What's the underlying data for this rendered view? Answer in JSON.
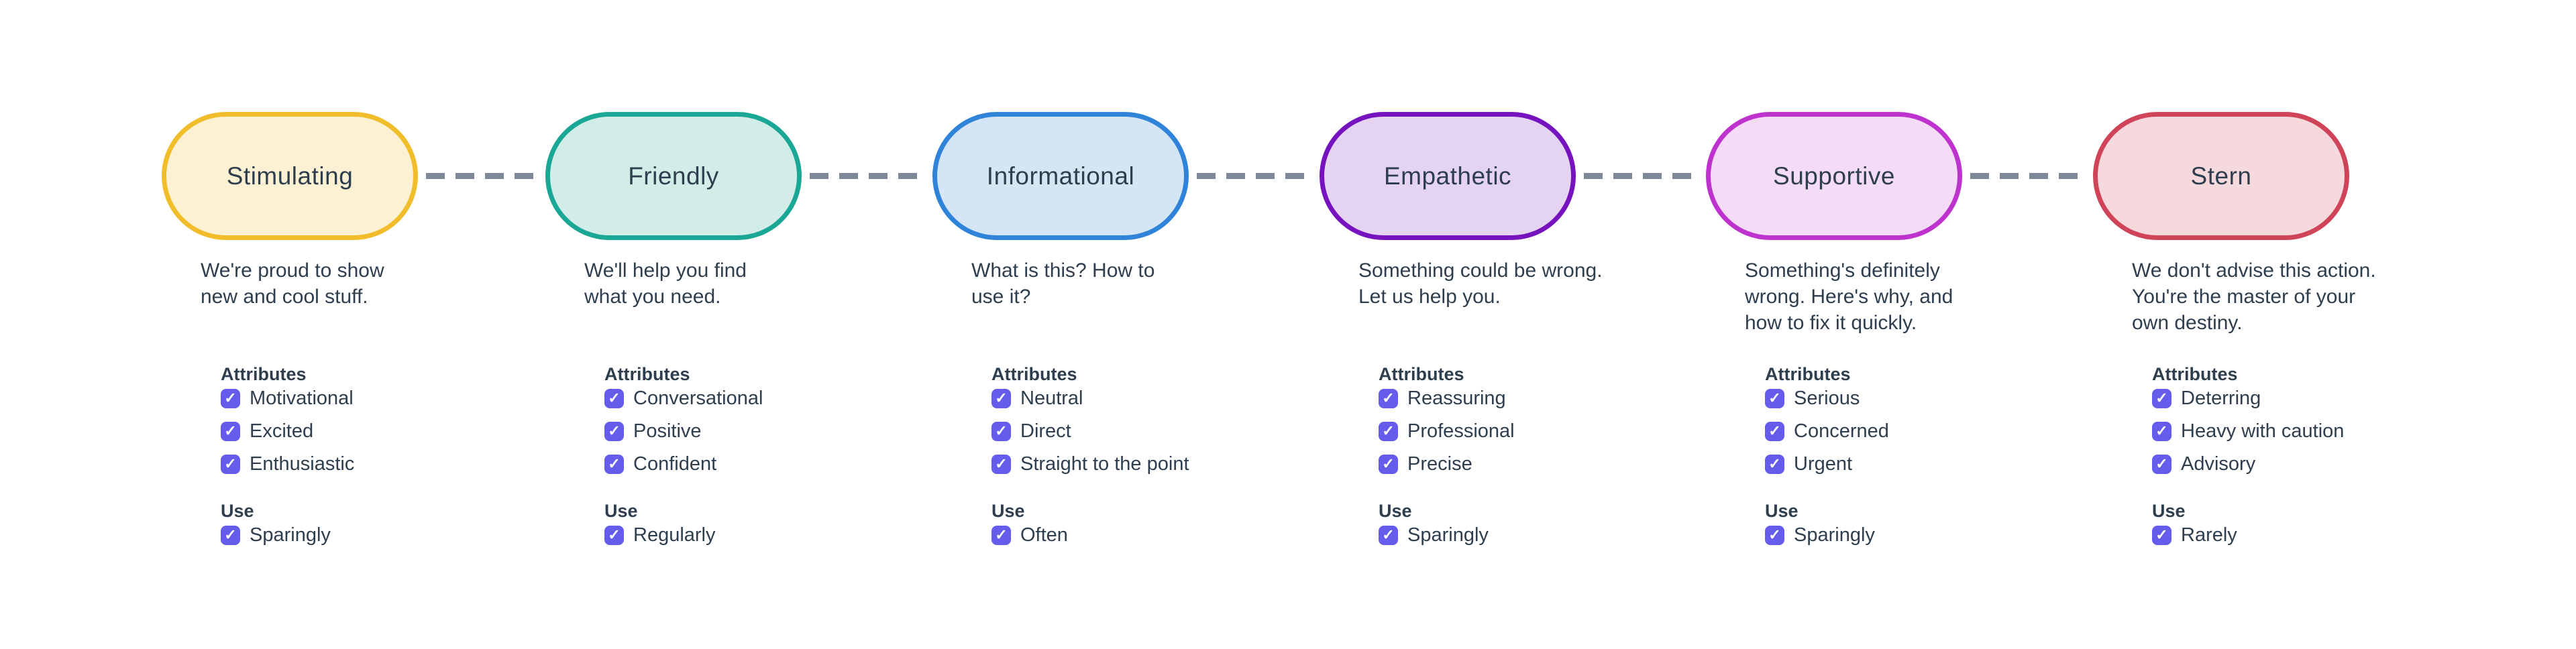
{
  "styles": {
    "text_color": "#2E3E4E",
    "checkbox_accent": "#655CEB",
    "connector_color": "#7D8998",
    "background": "#FFFFFF"
  },
  "icons": {
    "check": "✓"
  },
  "nodes": [
    {
      "label": "Stimulating",
      "description_lines": [
        "We're proud to show",
        "new and cool stuff."
      ],
      "attributes_label": "Attributes",
      "attributes": [
        "Motivational",
        "Excited",
        "Enthusiastic"
      ],
      "use_label": "Use",
      "use": "Sparingly",
      "colors": {
        "border": "#F2BD2B",
        "fill": "#FCF1D3"
      }
    },
    {
      "label": "Friendly",
      "description_lines": [
        "We'll help you find",
        "what you need."
      ],
      "attributes_label": "Attributes",
      "attributes": [
        "Conversational",
        "Positive",
        "Confident"
      ],
      "use_label": "Use",
      "use": "Regularly",
      "colors": {
        "border": "#1BA795",
        "fill": "#D2ECE8"
      }
    },
    {
      "label": "Informational",
      "description_lines": [
        "What is this? How to",
        "use it?"
      ],
      "attributes_label": "Attributes",
      "attributes": [
        "Neutral",
        "Direct",
        "Straight to the point"
      ],
      "use_label": "Use",
      "use": "Often",
      "colors": {
        "border": "#2F83D9",
        "fill": "#D4E5F6"
      }
    },
    {
      "label": "Empathetic",
      "description_lines": [
        "Something could be wrong.",
        "Let us help you."
      ],
      "attributes_label": "Attributes",
      "attributes": [
        "Reassuring",
        "Professional",
        "Precise"
      ],
      "use_label": "Use",
      "use": "Sparingly",
      "colors": {
        "border": "#7713BE",
        "fill": "#E4D4F1"
      }
    },
    {
      "label": "Supportive",
      "description_lines": [
        "Something's definitely",
        "wrong. Here's why, and",
        "how to fix it quickly."
      ],
      "attributes_label": "Attributes",
      "attributes": [
        "Serious",
        "Concerned",
        "Urgent"
      ],
      "use_label": "Use",
      "use": "Sparingly",
      "colors": {
        "border": "#BE33CE",
        "fill": "#F4DCF7"
      }
    },
    {
      "label": "Stern",
      "description_lines": [
        "We don't advise this action.",
        "You're the master of your",
        "own destiny."
      ],
      "attributes_label": "Attributes",
      "attributes": [
        "Deterring",
        "Heavy with caution",
        "Advisory"
      ],
      "use_label": "Use",
      "use": "Rarely",
      "colors": {
        "border": "#CF4458",
        "fill": "#F6D9DD"
      }
    }
  ]
}
